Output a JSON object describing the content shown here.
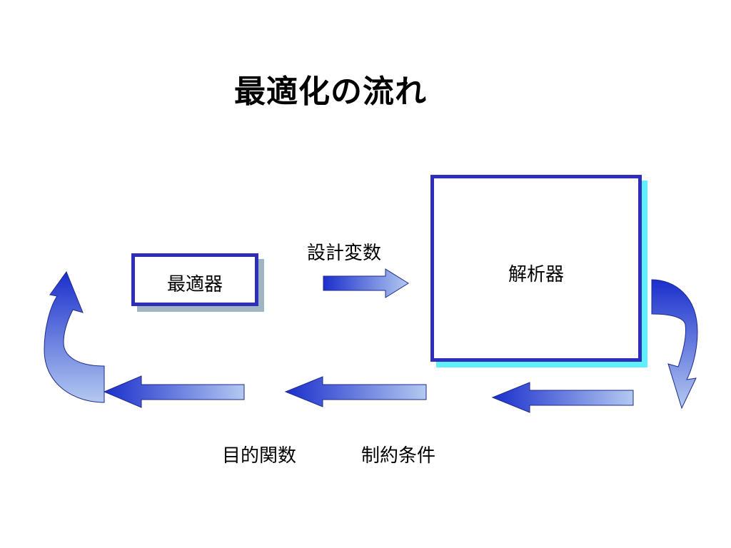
{
  "title": "最適化の流れ",
  "optimizer": {
    "label": "最適器"
  },
  "analyzer": {
    "label": "解析器"
  },
  "flow_labels": {
    "design_variables": "設計変数",
    "objective_function": "目的関数",
    "constraints": "制約条件"
  },
  "colors": {
    "box_border": "#2e2eb8",
    "optimizer_shadow": "#9fb5c4",
    "analyzer_shadow": "#5ff0ff",
    "arrow_dark": "#1a2fcc",
    "arrow_light": "#a9c0ec"
  }
}
